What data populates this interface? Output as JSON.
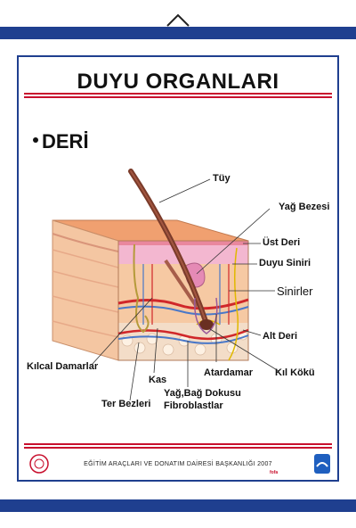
{
  "poster": {
    "title": "DUYU ORGANLARI",
    "subtitle": "DERİ",
    "footer": "EĞİTİM ARAÇLARI  VE DONATIM DAİRESİ BAŞKANLIĞI  2007",
    "publisher_mark": "fofa"
  },
  "labels": {
    "tuy": "Tüy",
    "yag_bezesi": "Yağ Bezesi",
    "ust_deri": "Üst Deri",
    "duyu_siniri": "Duyu Siniri",
    "sinirler": "Sinirler",
    "alt_deri": "Alt Deri",
    "kil_koku": "Kıl Kökü",
    "atardamar": "Atardamar",
    "kilcal_damarlar": "Kılcal Damarlar",
    "kas": "Kas",
    "yag_bag_dokusu": "Yağ,Bağ Dokusu",
    "fibroblastlar": "Fibroblastlar",
    "ter_bezleri": "Ter Bezleri"
  },
  "colors": {
    "frame_blue": "#1f3f8f",
    "accent_red": "#c8102e",
    "skin_top": "#f0a070",
    "epidermis": "#f3b7d0",
    "dermis": "#f6c9a3",
    "hypodermis": "#f3ddc8"
  }
}
